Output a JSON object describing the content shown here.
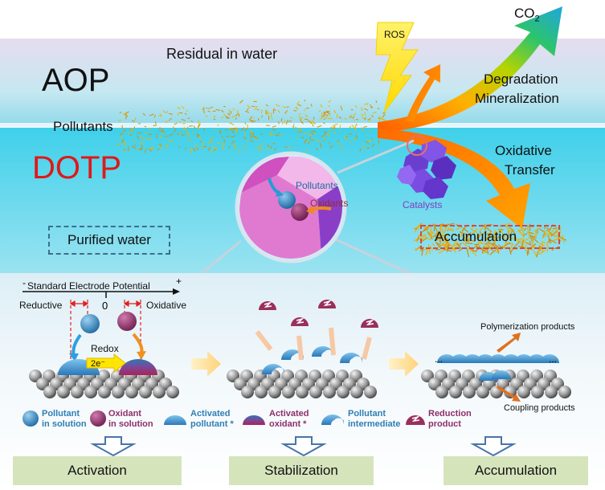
{
  "top": {
    "aop": "AOP",
    "dotp": "DOTP",
    "residual": "Residual in water",
    "pollutants": "Pollutants",
    "ros": "ROS",
    "co2": "CO",
    "co2_sub": "2",
    "degradation": "Degradation",
    "mineralization": "Mineralization",
    "oxidative": "Oxidative",
    "transfer": "Transfer",
    "catalysts": "Catalysts",
    "accumulation": "Accumulation",
    "purified": "Purified water",
    "zoom_pollutants": "Pollutants",
    "zoom_oxidants": "Oxidants"
  },
  "bottom": {
    "potential_title": "Standard Electrode Potential",
    "minus": "-",
    "plus": "+",
    "reductive": "Reductive",
    "zero": "0",
    "oxidative": "Oxidative",
    "redox": "Redox",
    "electrons": "2e⁻",
    "polymerization": "Polymerization products",
    "coupling": "Coupling products",
    "ellipsis_left": "...",
    "ellipsis_right": "..."
  },
  "legend": [
    {
      "line1": "Pollutant",
      "line2": "in solution",
      "color": "#2e7fb5"
    },
    {
      "line1": "Oxidant",
      "line2": "in solution",
      "color": "#8e2f6b"
    },
    {
      "line1": "Activated",
      "line2": "pollutant *",
      "color": "#2e7fb5"
    },
    {
      "line1": "Activated",
      "line2": "oxidant *",
      "color": "#8e2f6b"
    },
    {
      "line1": "Pollutant",
      "line2": "intermediate",
      "color": "#2e7fb5"
    },
    {
      "line1": "Reduction",
      "line2": "product",
      "color": "#8e2f6b"
    }
  ],
  "stages": [
    "Activation",
    "Stabilization",
    "Accumulation"
  ],
  "colors": {
    "pollutant": "#2e7fb5",
    "oxidant": "#8e2f6b",
    "dotp": "#e01818",
    "water": "#3fd0ea",
    "stage_box": "#d6e4bc"
  }
}
